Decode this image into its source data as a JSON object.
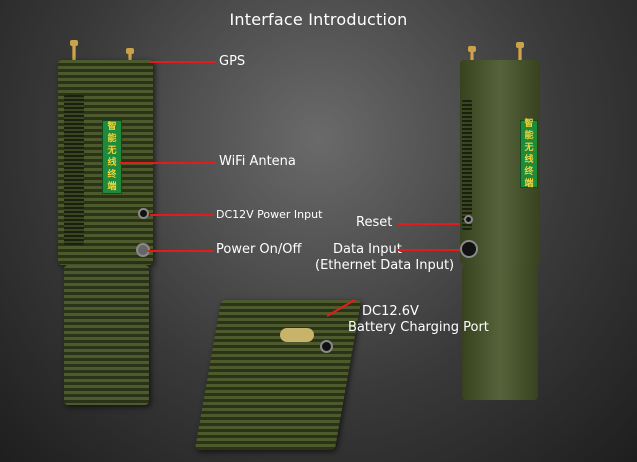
{
  "title": "Interface Introduction",
  "labels": {
    "gps": "GPS",
    "wifi": "WiFi Antena",
    "dc12v": "DC12V Power Input",
    "power": "Power On/Off",
    "reset": "Reset",
    "data_input_1": "Data Input",
    "data_input_2": "(Ethernet Data Input)",
    "dc126v_1": "DC12.6V",
    "dc126v_2": "Battery Charging Port"
  },
  "tag_text": [
    "智",
    "能",
    "无",
    "线",
    "终",
    "端"
  ],
  "colors": {
    "callout_line": "#e31b1b",
    "device_green": "#4c5a2e",
    "tag_green": "#1e8a3a",
    "tag_text": "#f4d23a"
  }
}
